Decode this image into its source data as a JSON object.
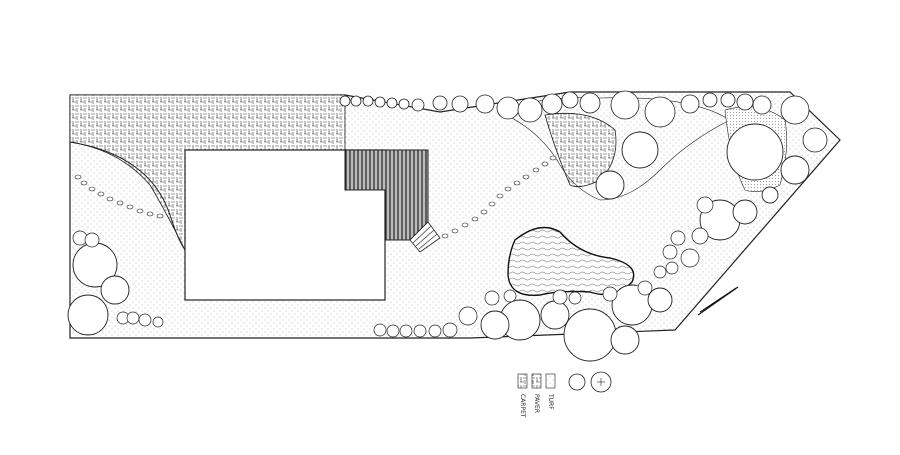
{
  "plan": {
    "north_arrow": "north-arrow-icon",
    "legend": {
      "items": [
        {
          "symbol": "hatched-swatch",
          "label": "CARPET"
        },
        {
          "symbol": "hatched-swatch",
          "label": "PAVER"
        },
        {
          "symbol": "dotted-swatch",
          "label": "TURF"
        },
        {
          "symbol": "shrub-symbol",
          "label": ""
        },
        {
          "symbol": "tree-symbol",
          "label": ""
        }
      ]
    }
  }
}
